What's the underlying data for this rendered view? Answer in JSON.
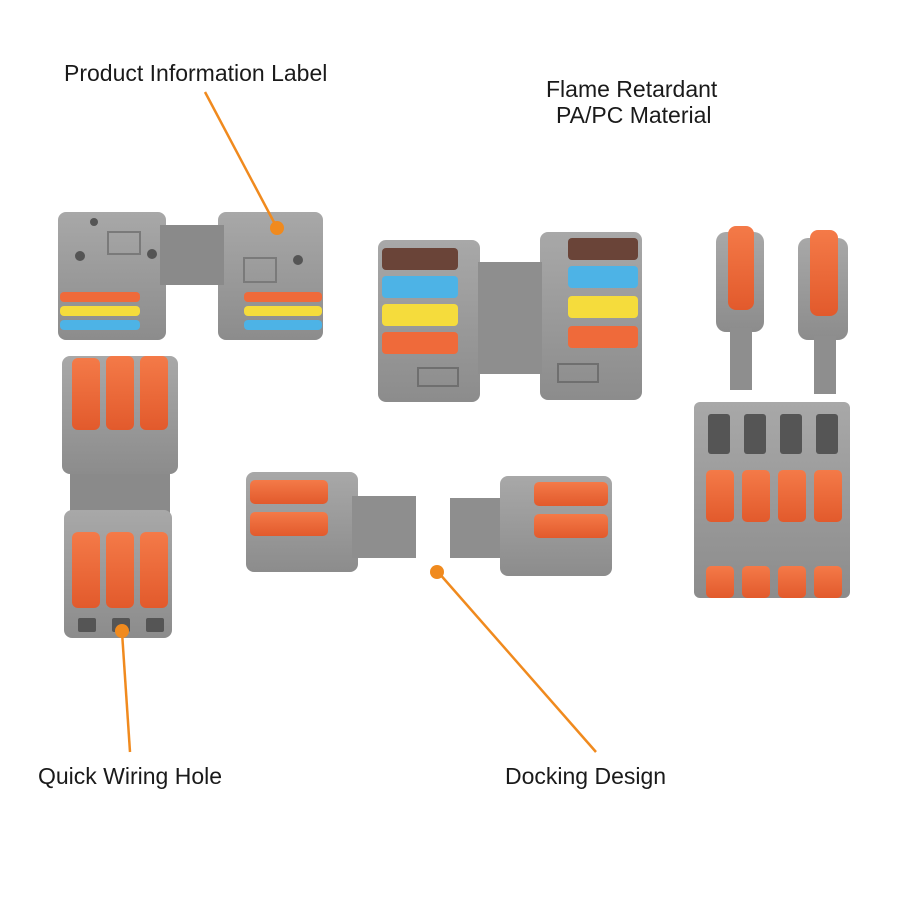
{
  "labels": {
    "product_info": "Product Information Label",
    "flame_line1": "Flame Retardant",
    "flame_line2": "PA/PC Material",
    "quick_wiring": "Quick Wiring Hole",
    "docking": "Docking Design"
  },
  "colors": {
    "housing": "#9a9a9a",
    "housing_dark": "#7f7f7f",
    "lever_orange": "#ef6a3a",
    "lever_brown": "#6a4438",
    "lever_blue": "#4db3e6",
    "lever_yellow": "#f5dc3c",
    "callout": "#f08a1e"
  }
}
